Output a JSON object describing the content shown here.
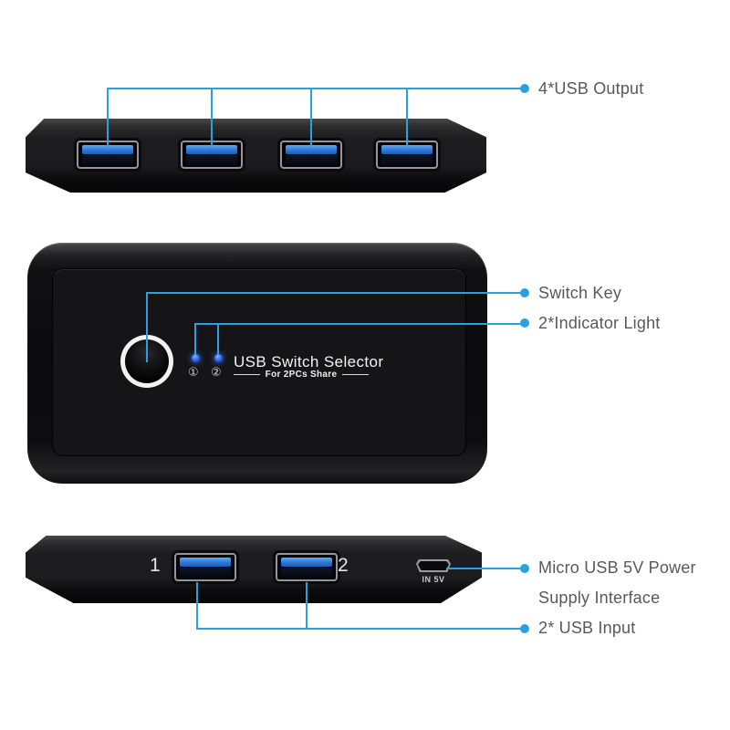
{
  "colors": {
    "callout_line": "#29a1e0",
    "label_text": "#58595b",
    "usb_tongue": "#2e78d8",
    "led_blue": "#2f63f0"
  },
  "device": {
    "title": "USB Switch Selector",
    "subtitle": "For 2PCs Share",
    "indicator_numbers": [
      "①",
      "②"
    ],
    "input_port_numbers": [
      "1",
      "2"
    ],
    "power_port_label": "IN 5V"
  },
  "callouts": {
    "usb_output": {
      "label": "4*USB Output"
    },
    "switch_key": {
      "label": "Switch Key"
    },
    "indicator_light": {
      "label": "2*Indicator Light"
    },
    "power": {
      "label_line1": "Micro USB 5V Power",
      "label_line2": "Supply Interface"
    },
    "usb_input": {
      "label": "2* USB Input"
    }
  }
}
